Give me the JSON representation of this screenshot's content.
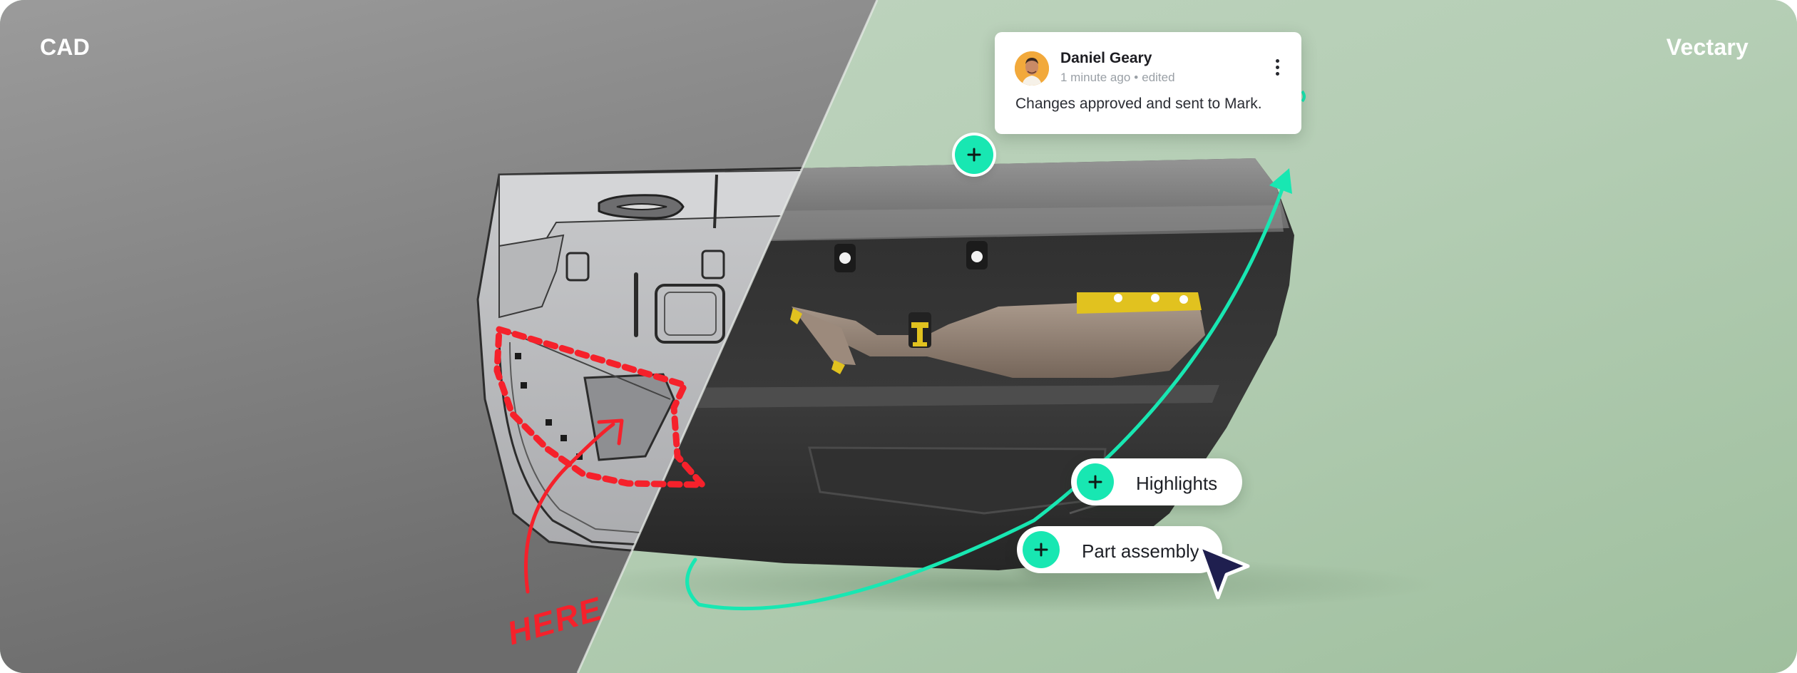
{
  "labels": {
    "left_side": "CAD",
    "right_side": "Vectary"
  },
  "comment": {
    "author": "Daniel Geary",
    "time_ago": "1 minute ago",
    "edited": "edited",
    "separator": "•",
    "text": "Changes approved and sent to Mark.",
    "more_icon": "vertical-ellipsis-icon"
  },
  "sketch_annotation": {
    "text": "HERE",
    "color": "#f5212b"
  },
  "hotspots": [
    {
      "label": "Highlights",
      "icon": "plus-icon"
    },
    {
      "label": "Part assembly",
      "icon": "plus-icon"
    }
  ],
  "colors": {
    "accent": "#18e7b2",
    "cad_background": "#8f8f8f",
    "vectary_background": "#b4cdb4",
    "markup_red": "#f5212b",
    "cursor": "#1f1f4f"
  }
}
